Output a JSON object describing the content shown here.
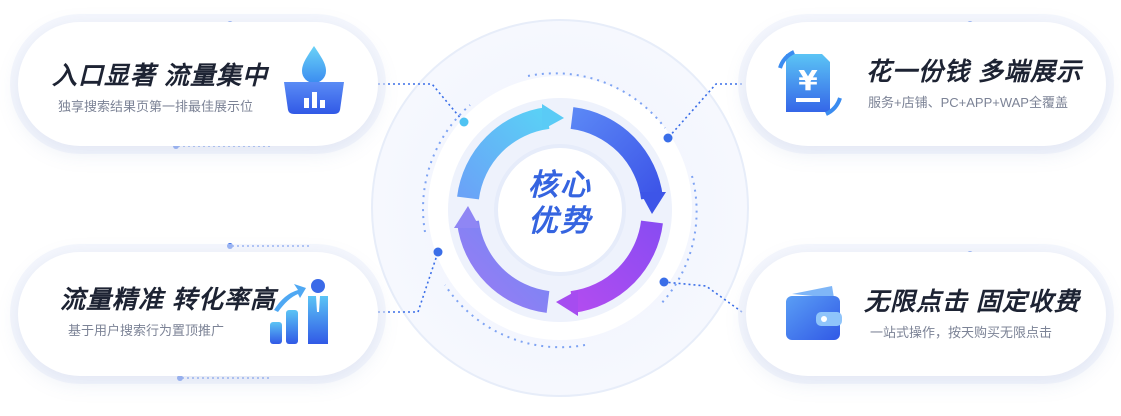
{
  "center": {
    "line1": "核心",
    "line2": "优势"
  },
  "features": [
    {
      "title": "入口显著  流量集中",
      "subtitle": "独享搜索结果页第一排最佳展示位",
      "icon": "water-drop-chart-icon"
    },
    {
      "title": "花一份钱  多端展示",
      "subtitle": "服务+店铺、PC+APP+WAP全覆盖",
      "icon": "yuan-refresh-icon"
    },
    {
      "title": "流量精准  转化率高",
      "subtitle": "基于用户搜索行为置顶推广",
      "icon": "growth-bars-user-icon"
    },
    {
      "title": "无限点击  固定收费",
      "subtitle": "一站式操作，按天购买无限点击",
      "icon": "wallet-icon"
    }
  ],
  "colors": {
    "accent": "#3564e0",
    "ring_blue": "#4a6cf0",
    "ring_purple": "#9b4cf0",
    "ring_cyan": "#56c8f5",
    "dot": "#3a6ee8"
  }
}
